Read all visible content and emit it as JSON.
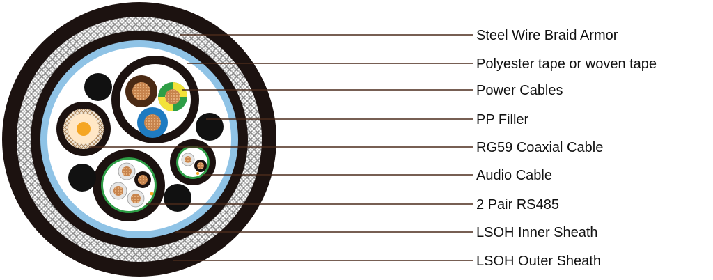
{
  "colors": {
    "outer_sheath": "#1c1210",
    "braid_light": "#ffffff",
    "braid_dark": "#9a9a9a",
    "inner_sheath": "#1c1210",
    "tape": "#8fc3e6",
    "core_background": "#ffffff",
    "power_brown": "#4a2a14",
    "power_blue": "#1f7bc1",
    "power_green": "#2e9e46",
    "power_yellow": "#f3e23a",
    "copper": "#c7844d",
    "coax_insulation": "#ffe7c6",
    "coax_core": "#f5a623",
    "filler": "#111111",
    "leader_line": "#4a2a1a"
  },
  "labels": [
    {
      "id": "steel-wire-braid-armor",
      "text": "Steel Wire Braid Armor"
    },
    {
      "id": "polyester-tape",
      "text": "Polyester tape or woven tape"
    },
    {
      "id": "power-cables",
      "text": "Power Cables"
    },
    {
      "id": "pp-filler",
      "text": "PP Filler"
    },
    {
      "id": "rg59-coaxial-cable",
      "text": "RG59 Coaxial Cable"
    },
    {
      "id": "audio-cable",
      "text": "Audio Cable"
    },
    {
      "id": "rs485",
      "text": "2 Pair RS485"
    },
    {
      "id": "lsoh-inner-sheath",
      "text": "LSOH Inner Sheath"
    },
    {
      "id": "lsoh-outer-sheath",
      "text": "LSOH Outer Sheath"
    }
  ]
}
